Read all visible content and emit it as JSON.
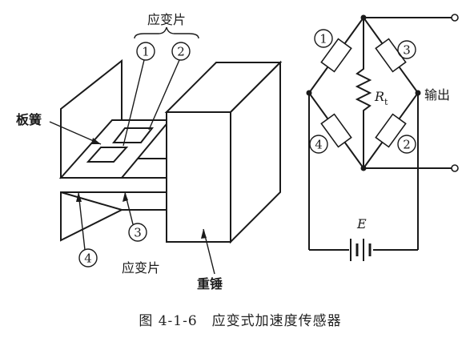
{
  "labels": {
    "gauge_top": "应变片",
    "gauge_bottom": "应变片",
    "spring_plate": "板簧",
    "weight": "重锤",
    "output": "输出",
    "resistor_name": "R",
    "resistor_sub": "t",
    "battery": "E"
  },
  "gauges": {
    "g1": "1",
    "g2": "2",
    "g3": "3",
    "g4": "4"
  },
  "bridge": {
    "r1": "1",
    "r2": "2",
    "r3": "3",
    "r4": "4"
  },
  "caption": "图 4-1-6　应变式加速度传感器"
}
